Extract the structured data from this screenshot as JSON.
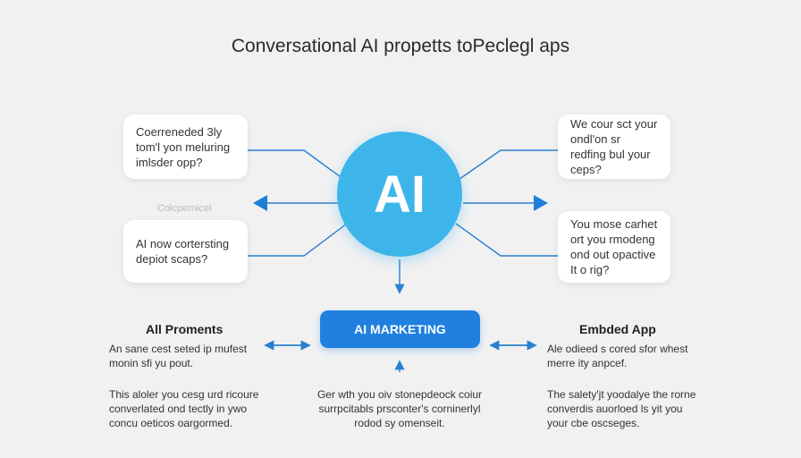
{
  "title": "Conversational AI propetts toPeclegl aps",
  "center": {
    "label": "AI"
  },
  "boxes": {
    "left_top": "Coerreneded 3ly tom'l yon meluring imlsder opp?",
    "left_bottom": "AI now cortersting depiot scaps?",
    "right_top": "We cour sct your ondl'on sr redfing bul your ceps?",
    "right_bottom": "You mose carhet ort you rmodeng ond out opactive It o rig?"
  },
  "faint_label": "Colcpernicel",
  "button": {
    "label": "AI MARKETING"
  },
  "left_section": {
    "heading": "All Proments",
    "text1": "An sane cest seted ip mufest monin sfi yu pout.",
    "text2": "This aloler you cesg urd ricoure converlated ond tectly in ywo concu oeticos oargormed."
  },
  "right_section": {
    "heading": "Embded App",
    "text1": "Ale odieed s cored sfor whest merre ity anpcef.",
    "text2": "The salety'jt yoodalye the rorne converdis auorloed ls yit you your cbe oscseges."
  },
  "center_text": "Ger wth you oiv stonepdeock coiur surrpcitabls prsconter's corninerlyl rodod sy omenseit.",
  "colors": {
    "circle": "#3db5ea",
    "button": "#1f80e0",
    "lines": "#2a7fd0"
  }
}
